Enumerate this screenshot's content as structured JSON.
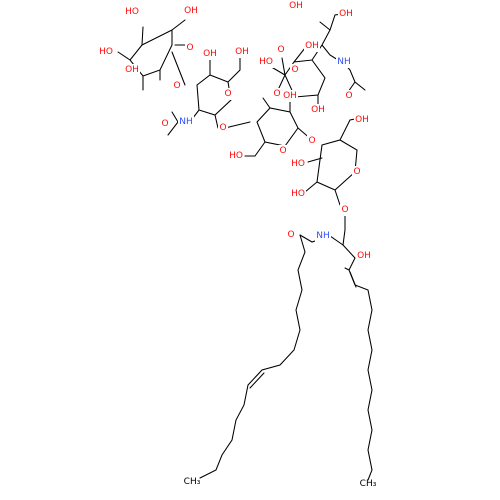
{
  "colors": {
    "background": "#ffffff",
    "bond": "#000000",
    "oxygen": "#ff0d0d",
    "nitrogen": "#3050f8",
    "carbon": "#000000"
  },
  "labels": {
    "galactose_ho_top": "HO",
    "galactose_oh_top_right": "OH",
    "galactose_ho_left": "HO",
    "galactose_oh_lower": "OH",
    "galactose_ring_o": "O",
    "galactose_link_o": "O",
    "galnac_oh": "OH",
    "galnac_oh_ch2": "OH",
    "galnac_ring_o": "O",
    "galnac_nh": "NH",
    "galnac_acetyl_o": "O",
    "galnac_link_o": "O",
    "sialic_oh_1": "OH",
    "sialic_oh_2": "OH",
    "sialic_oh_3": "OH",
    "sialic_ho_acid": "HO",
    "sialic_acid_o": "O",
    "sialic_ring_o": "O",
    "sialic_nh": "NH",
    "sialic_acetyl_o": "O",
    "sialic_oh_4": "OH",
    "sialic_link_o": "O",
    "gal2_oh": "OH",
    "gal2_ring_o": "O",
    "gal2_ho_ch2": "HO",
    "gal2_link_o": "O",
    "glc_oh_ch2": "OH",
    "glc_ring_o": "O",
    "glc_ho_1": "HO",
    "glc_ho_2": "HO",
    "glc_link_o": "O",
    "amide_o": "O",
    "amide_nh": "NH",
    "sphingosine_oh": "OH",
    "fatty_terminal": "CH₃",
    "sphingosine_terminal": "CH₃"
  }
}
